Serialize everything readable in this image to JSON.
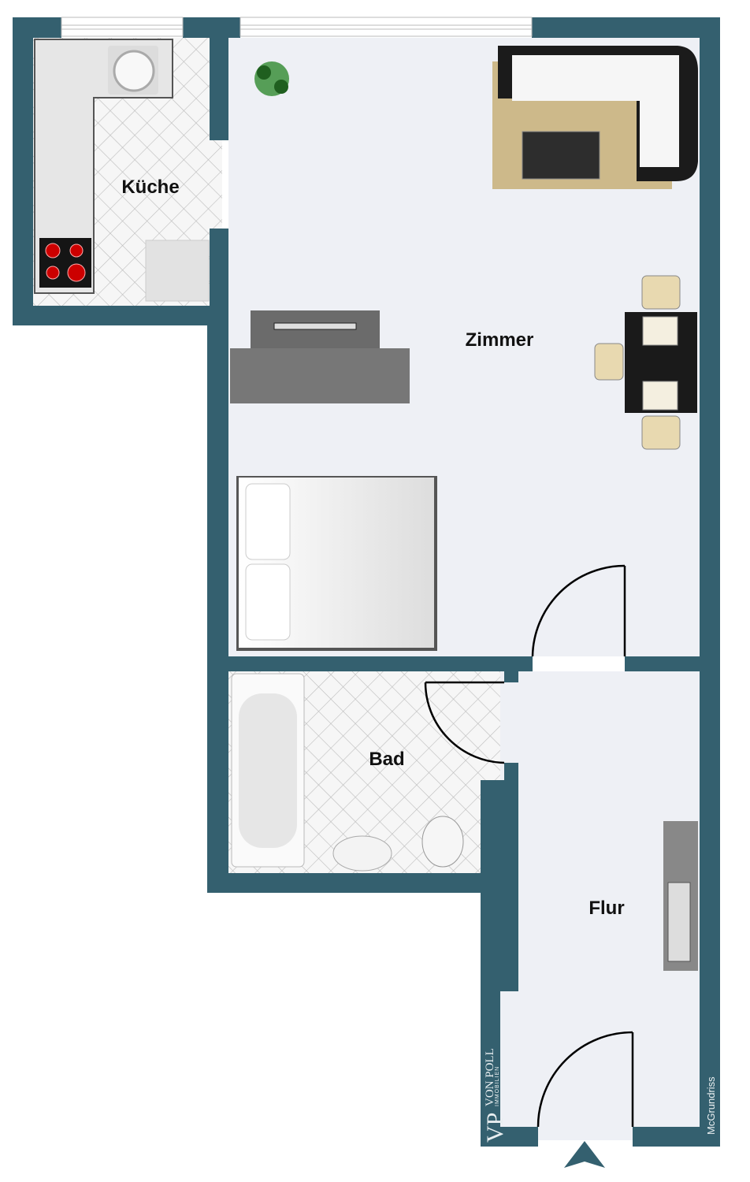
{
  "rooms": {
    "kitchen": "Küche",
    "living": "Zimmer",
    "bath": "Bad",
    "hall": "Flur"
  },
  "branding": {
    "logo_mark": "VP",
    "logo_name": "VON POLL",
    "logo_sub": "IMMOBILIEN",
    "credit": "McGrundriss"
  },
  "colors": {
    "wall": "#34606f",
    "floor": "#eef0f5",
    "tile": "#f4f4f4"
  }
}
